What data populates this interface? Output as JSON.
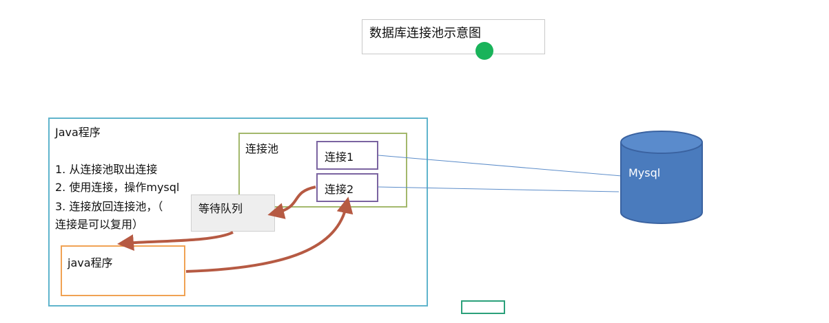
{
  "title": "数据库连接池示意图",
  "java_program": {
    "label": "Java程序",
    "steps": [
      "1. 从连接池取出连接",
      "2. 使用连接，操作mysql",
      "3. 连接放回连接池，（",
      "连接是可以复用）"
    ]
  },
  "pool": {
    "label": "连接池",
    "connections": [
      "连接1",
      "连接2"
    ]
  },
  "wait_queue": {
    "label": "等待队列"
  },
  "java_client": {
    "label": "java程序"
  },
  "database": {
    "label": "Mysql"
  },
  "colors": {
    "java_border": "#5fb4cc",
    "pool_border": "#a3b86c",
    "conn_border": "#7a63a0",
    "client_border": "#f0a253",
    "arrow": "#b65a43",
    "cylinder": "#4a7bbd",
    "link_line": "#5b8cc9"
  }
}
